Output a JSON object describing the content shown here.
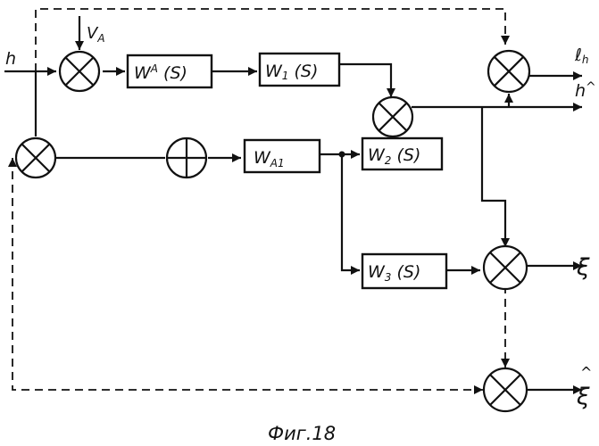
{
  "blocks": {
    "wa": "W",
    "wa_sub": "A",
    "wa_arg": " (S)",
    "w1": "W",
    "w1_sub": "1",
    "w1_arg": " (S)",
    "wa1": "W",
    "wa1_sub": "A1",
    "w2": "W",
    "w2_sub": "2",
    "w2_arg": " (S)",
    "w3": "W",
    "w3_sub": "3",
    "w3_arg": " (S)"
  },
  "signals": {
    "input_h": "h",
    "disturbance_v": "V",
    "disturbance_v_sub": "A",
    "output_lh": "ℓ",
    "output_lh_sub": "h",
    "output_h_hat": "h",
    "output_h_hat_mark": "^",
    "output_xi": "ξ",
    "output_xi_hat": "ξ",
    "output_xi_hat_mark": "^"
  },
  "caption": "Фиг.18"
}
